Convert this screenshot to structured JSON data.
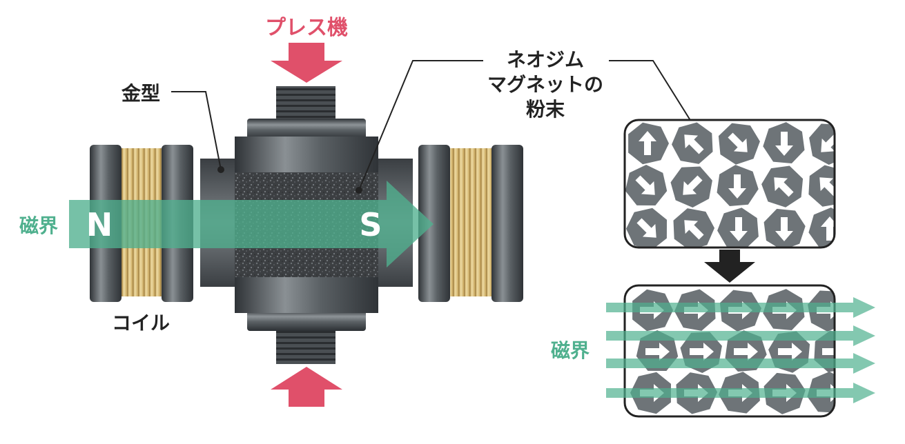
{
  "labels": {
    "press": "プレス機",
    "mold": "金型",
    "powder_line1": "ネオジム",
    "powder_line2": "マグネットの",
    "powder_line3": "粉末",
    "field_left": "磁界",
    "field_right": "磁界",
    "coil": "コイル",
    "pole_n": "N",
    "pole_s": "S"
  },
  "colors": {
    "press_arrow": "#e0506a",
    "field": "#4fb08e",
    "steel_dark": "#3b3f43",
    "steel_mid": "#8a9094",
    "coil_gold": "#d9bf7e",
    "powder_dark": "#3a3c3f",
    "particle": "#6e7478",
    "text_dark": "#222222"
  },
  "icons": [
    "arrow-down-icon",
    "arrow-up-icon",
    "arrow-right-icon",
    "particle-arrow-icon"
  ],
  "particle_panels": {
    "random": [
      [
        {
          "dir": "up"
        },
        {
          "dir": "up-left"
        },
        {
          "dir": "down-right"
        },
        {
          "dir": "down"
        },
        {
          "dir": "down-left"
        }
      ],
      [
        {
          "dir": "down-right"
        },
        {
          "dir": "down-left"
        },
        {
          "dir": "down"
        },
        {
          "dir": "up-left"
        },
        {
          "dir": "up-left"
        }
      ],
      [
        {
          "dir": "down-right"
        },
        {
          "dir": "up-left"
        },
        {
          "dir": "down"
        },
        {
          "dir": "down"
        },
        {
          "dir": "up"
        }
      ]
    ],
    "aligned": [
      [
        {
          "dir": "right"
        },
        {
          "dir": "right"
        },
        {
          "dir": "right"
        },
        {
          "dir": "right"
        },
        {
          "dir": "right"
        }
      ],
      [
        {
          "dir": "right"
        },
        {
          "dir": "right"
        },
        {
          "dir": "right"
        },
        {
          "dir": "right"
        },
        {
          "dir": "right"
        }
      ],
      [
        {
          "dir": "right"
        },
        {
          "dir": "right"
        },
        {
          "dir": "right"
        },
        {
          "dir": "right"
        },
        {
          "dir": "right"
        }
      ]
    ]
  }
}
